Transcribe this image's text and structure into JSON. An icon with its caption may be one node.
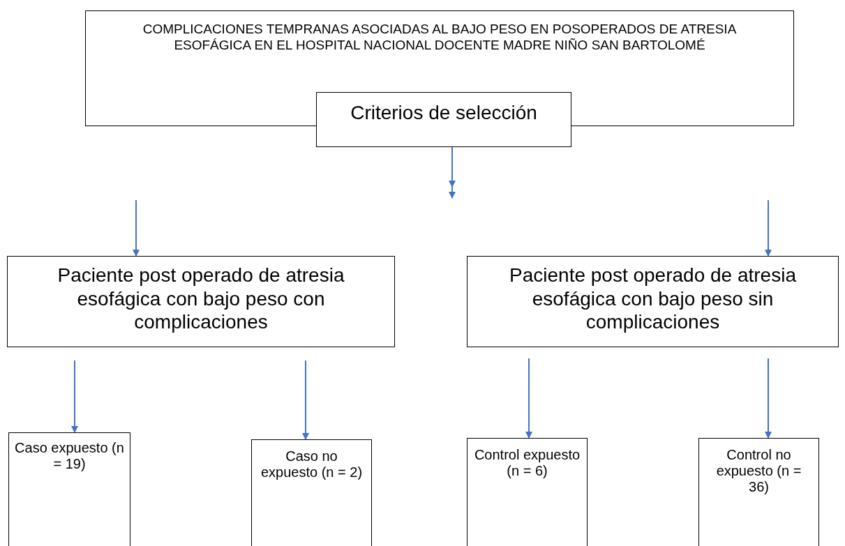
{
  "diagram": {
    "nodes": [
      {
        "text": [
          "COMPLICACIONES TEMPRANAS ASOCIADAS AL BAJO PESO EN POSOPERADOS DE ATRESIA ESOFÁGICA EN EL HOSPITAL NACIONAL DOCENTE MADRE NIÑO SAN BARTOLOMÉ"
        ]
      },
      {
        "text": [
          "Criterios de selección"
        ]
      },
      {
        "text": [
          "Paciente post operado de atresia esofágica con bajo peso con complicaciones"
        ]
      },
      {
        "text": [
          "Paciente post operado de atresia esofágica con bajo peso sin complicaciones"
        ]
      },
      {
        "text": [
          "Caso expuesto (n = 19)"
        ]
      },
      {
        "text": [
          "Caso no expuesto (n = 2)"
        ]
      },
      {
        "text": [
          "Control expuesto (n = 6)"
        ]
      },
      {
        "text": [
          "Control no expuesto (n = 36)"
        ]
      }
    ],
    "edges": [
      {
        "from": 1,
        "to": null,
        "arrow": "to"
      },
      {
        "from": null,
        "to": 2,
        "arrow": "to"
      },
      {
        "from": null,
        "to": 3,
        "arrow": "to"
      },
      {
        "from": null,
        "to": 4,
        "arrow": "to"
      },
      {
        "from": null,
        "to": 5,
        "arrow": "to"
      },
      {
        "from": null,
        "to": 6,
        "arrow": "to"
      },
      {
        "from": null,
        "to": 7,
        "arrow": "to"
      }
    ]
  }
}
